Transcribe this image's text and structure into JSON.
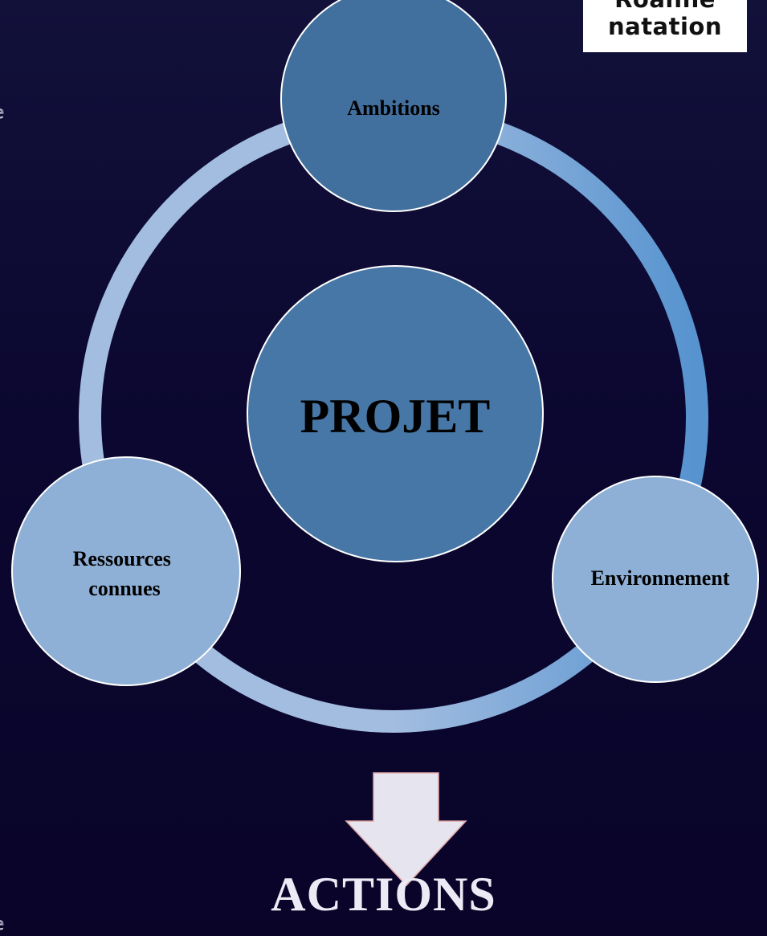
{
  "logo": {
    "line1": "Roanne",
    "line2": "natation"
  },
  "diagram": {
    "center": "PROJET",
    "nodes": [
      {
        "id": "top",
        "lines": [
          "Ambitions"
        ]
      },
      {
        "id": "right",
        "lines": [
          "Environnement"
        ]
      },
      {
        "id": "left",
        "lines": [
          "Ressources",
          "connues"
        ]
      }
    ],
    "colors": {
      "center_fill": "#4677a6",
      "top_node_fill": "#42709e",
      "side_node_fill": "#8fb0d6",
      "ring_light": "#a3bde0",
      "ring_accent": "#5693cf",
      "arrow_fill": "#e5e4ef",
      "arrow_stroke": "#e0a8a8",
      "node_border": "#ffffff"
    }
  },
  "result": {
    "label": "ACTIONS"
  },
  "edge_glyphs": [
    "e",
    "e"
  ]
}
